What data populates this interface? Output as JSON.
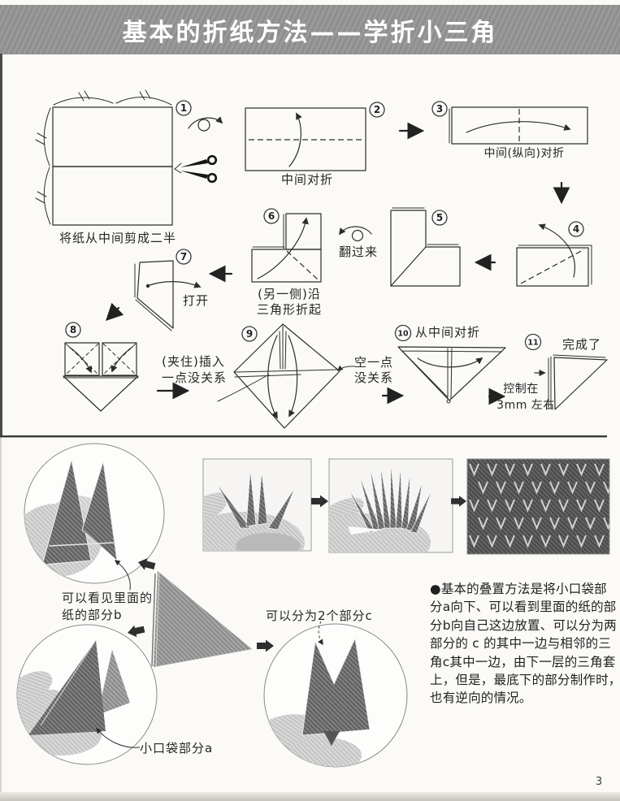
{
  "page": {
    "title": "基本的折纸方法——学折小三角",
    "page_number": "3"
  },
  "icons": {
    "scissors": "✂",
    "rotate": "↻",
    "flip_over": "↷",
    "arrow_right": "→",
    "arrow_left": "←",
    "arrow_down": "↓",
    "arrow_down_left": "↙"
  },
  "steps": {
    "s1": {
      "num": "1",
      "caption": "将纸从中间剪成二半"
    },
    "s2": {
      "num": "2",
      "caption": "中间对折"
    },
    "s3": {
      "num": "3",
      "caption": "中间(纵向)对折"
    },
    "s4": {
      "num": "4"
    },
    "s5": {
      "num": "5"
    },
    "s6": {
      "num": "6",
      "caption1": "(另一侧)沿",
      "caption2": "三角形折起",
      "flip_label": "翻过来"
    },
    "s7": {
      "num": "7",
      "caption": "打开"
    },
    "s8": {
      "num": "8",
      "note1": "(夹住)插入",
      "note2": "一点没关系"
    },
    "s9": {
      "num": "9",
      "note1": "空一点",
      "note2": "没关系"
    },
    "s10": {
      "num": "10",
      "caption": "从中间对折",
      "note1": "控制在",
      "note2": "3mm 左右"
    },
    "s11": {
      "num": "11",
      "caption": "完成了"
    }
  },
  "bottom": {
    "label_b_line1": "可以看见里面的",
    "label_b_line2": "纸的部分b",
    "label_c": "可以分为2个部分c",
    "label_a": "小口袋部分a",
    "para": [
      "●基本的叠置方法是将小口袋部",
      "分a向下、可以看到里面的纸的部",
      "分b向自己这边放置、可以分为两",
      "部分的 c 的其中一边与相邻的三",
      "角c其中一边，由下一层的三角套",
      "上，但是，最底下的部分制作时，",
      "也有逆向的情况。"
    ]
  }
}
